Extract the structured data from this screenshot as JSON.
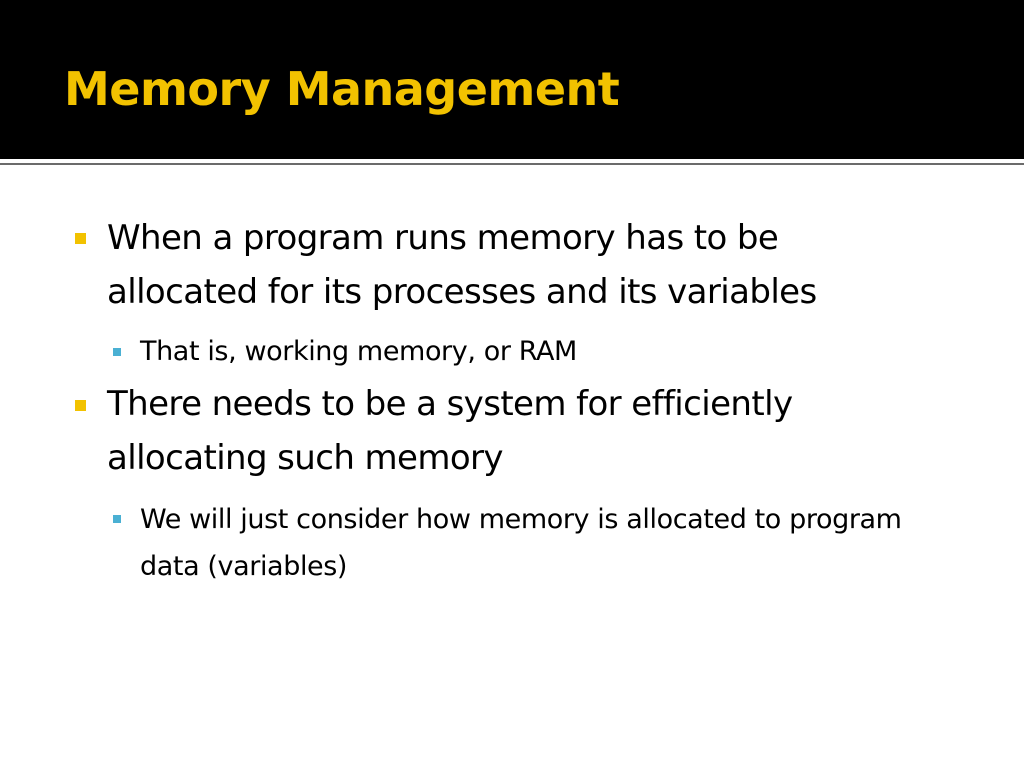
{
  "slide": {
    "title": "Memory Management",
    "bullets": [
      {
        "text": "When a program runs memory has to be allocated for its processes and its variables",
        "sub": [
          "That is, working memory, or RAM"
        ]
      },
      {
        "text": "There needs to be a system for efficiently allocating such memory",
        "sub": [
          "We will just consider how memory is allocated to program data (variables)"
        ]
      }
    ]
  },
  "colors": {
    "title_bar": "#000000",
    "title_text": "#f2c200",
    "level1_bullet": "#f2c200",
    "level2_bullet": "#4ab0d3",
    "body_text": "#000000",
    "divider": "#6b6b6b",
    "background": "#ffffff"
  }
}
